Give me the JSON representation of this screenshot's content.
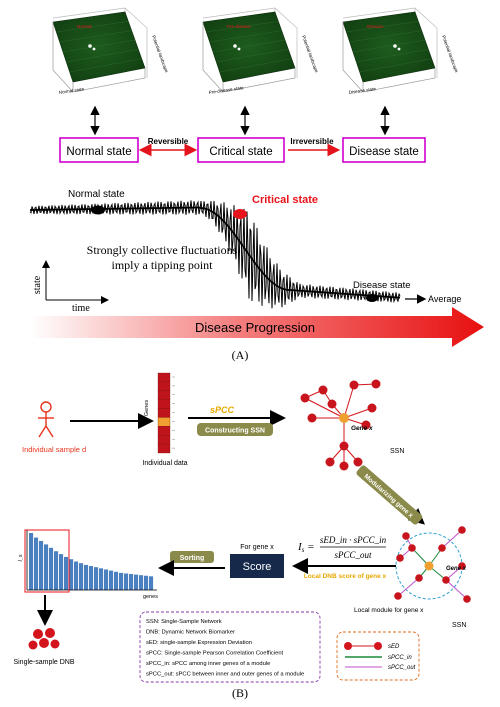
{
  "panel_a": {
    "landscapes": [
      {
        "plot_label": "Normal",
        "axis_right": "Potential landscape",
        "axis_bottom": "Normal state"
      },
      {
        "plot_label": "Pre-disease",
        "axis_right": "Potential landscape",
        "axis_bottom": "Pre-disease state"
      },
      {
        "plot_label": "Disease",
        "axis_right": "Potential landscape",
        "axis_bottom": "Disease state"
      }
    ],
    "states": {
      "normal": "Normal state",
      "critical": "Critical state",
      "disease": "Disease state"
    },
    "transitions": {
      "reversible": "Reversible",
      "irreversible": "Irreversible"
    },
    "curve": {
      "normal_label": "Normal state",
      "critical_label": "Critical state",
      "disease_label": "Disease state",
      "fluct_line1": "Strongly collective fluctuations",
      "fluct_line2": "imply a tipping point",
      "average_label": "Average",
      "y_axis": "state",
      "x_axis": "time"
    },
    "progression": "Disease Progression",
    "caption": "(A)",
    "colors": {
      "critical": "#e8141c",
      "box_border": "#d000d0",
      "arrow_red": "#e4141c"
    }
  },
  "panel_b": {
    "individual_sample": "Individual sample d",
    "genes_label": "Genes",
    "individual_data": "Individual data",
    "spcc": "sPCC",
    "constructing": "Constructing SSN",
    "gene_x": "Gene x",
    "ssn": "SSN",
    "modularizing": "Modularizing gene x",
    "local_module": "Local module for gene x",
    "ssn2": "SSN",
    "gene_x2": "Gene x",
    "for_gene": "For gene x",
    "score": "Score",
    "local_dnb": "Local DNB score of gene x",
    "formula_lhs": "I",
    "formula_sub": "s",
    "formula_num": "sED_in · sPCC_in",
    "formula_den": "sPCC_out",
    "sorting": "Sorting",
    "bar_y": "I_s",
    "bar_x": "genes",
    "single_dnb": "Single-sample DNB",
    "legend_lines": [
      "SSN: Single-Sample Network",
      "DNB: Dynamic Network Biomarker",
      "sED: single-sample Expression Deviation",
      "sPCC: Single-sample Pearson Correlation Coefficient",
      "sPCC_in: sPCC among inner genes of a module",
      "sPCC_out: sPCC between inner and outer genes of a module"
    ],
    "legend_keys": [
      "sED",
      "sPCC_in",
      "sPCC_out"
    ],
    "bar_values": [
      1.0,
      0.92,
      0.86,
      0.8,
      0.74,
      0.68,
      0.63,
      0.58,
      0.54,
      0.5,
      0.47,
      0.44,
      0.42,
      0.4,
      0.38,
      0.36,
      0.34,
      0.32,
      0.3,
      0.29,
      0.28,
      0.27,
      0.26,
      0.25,
      0.24
    ],
    "caption": "(B)",
    "colors": {
      "node_red": "#d4141c",
      "node_orange": "#f0a030",
      "score_box": "#16294a",
      "olive": "#8a8a4a",
      "spcc_yellow": "#e8a800",
      "bar_blue": "#4a7fc0"
    }
  }
}
